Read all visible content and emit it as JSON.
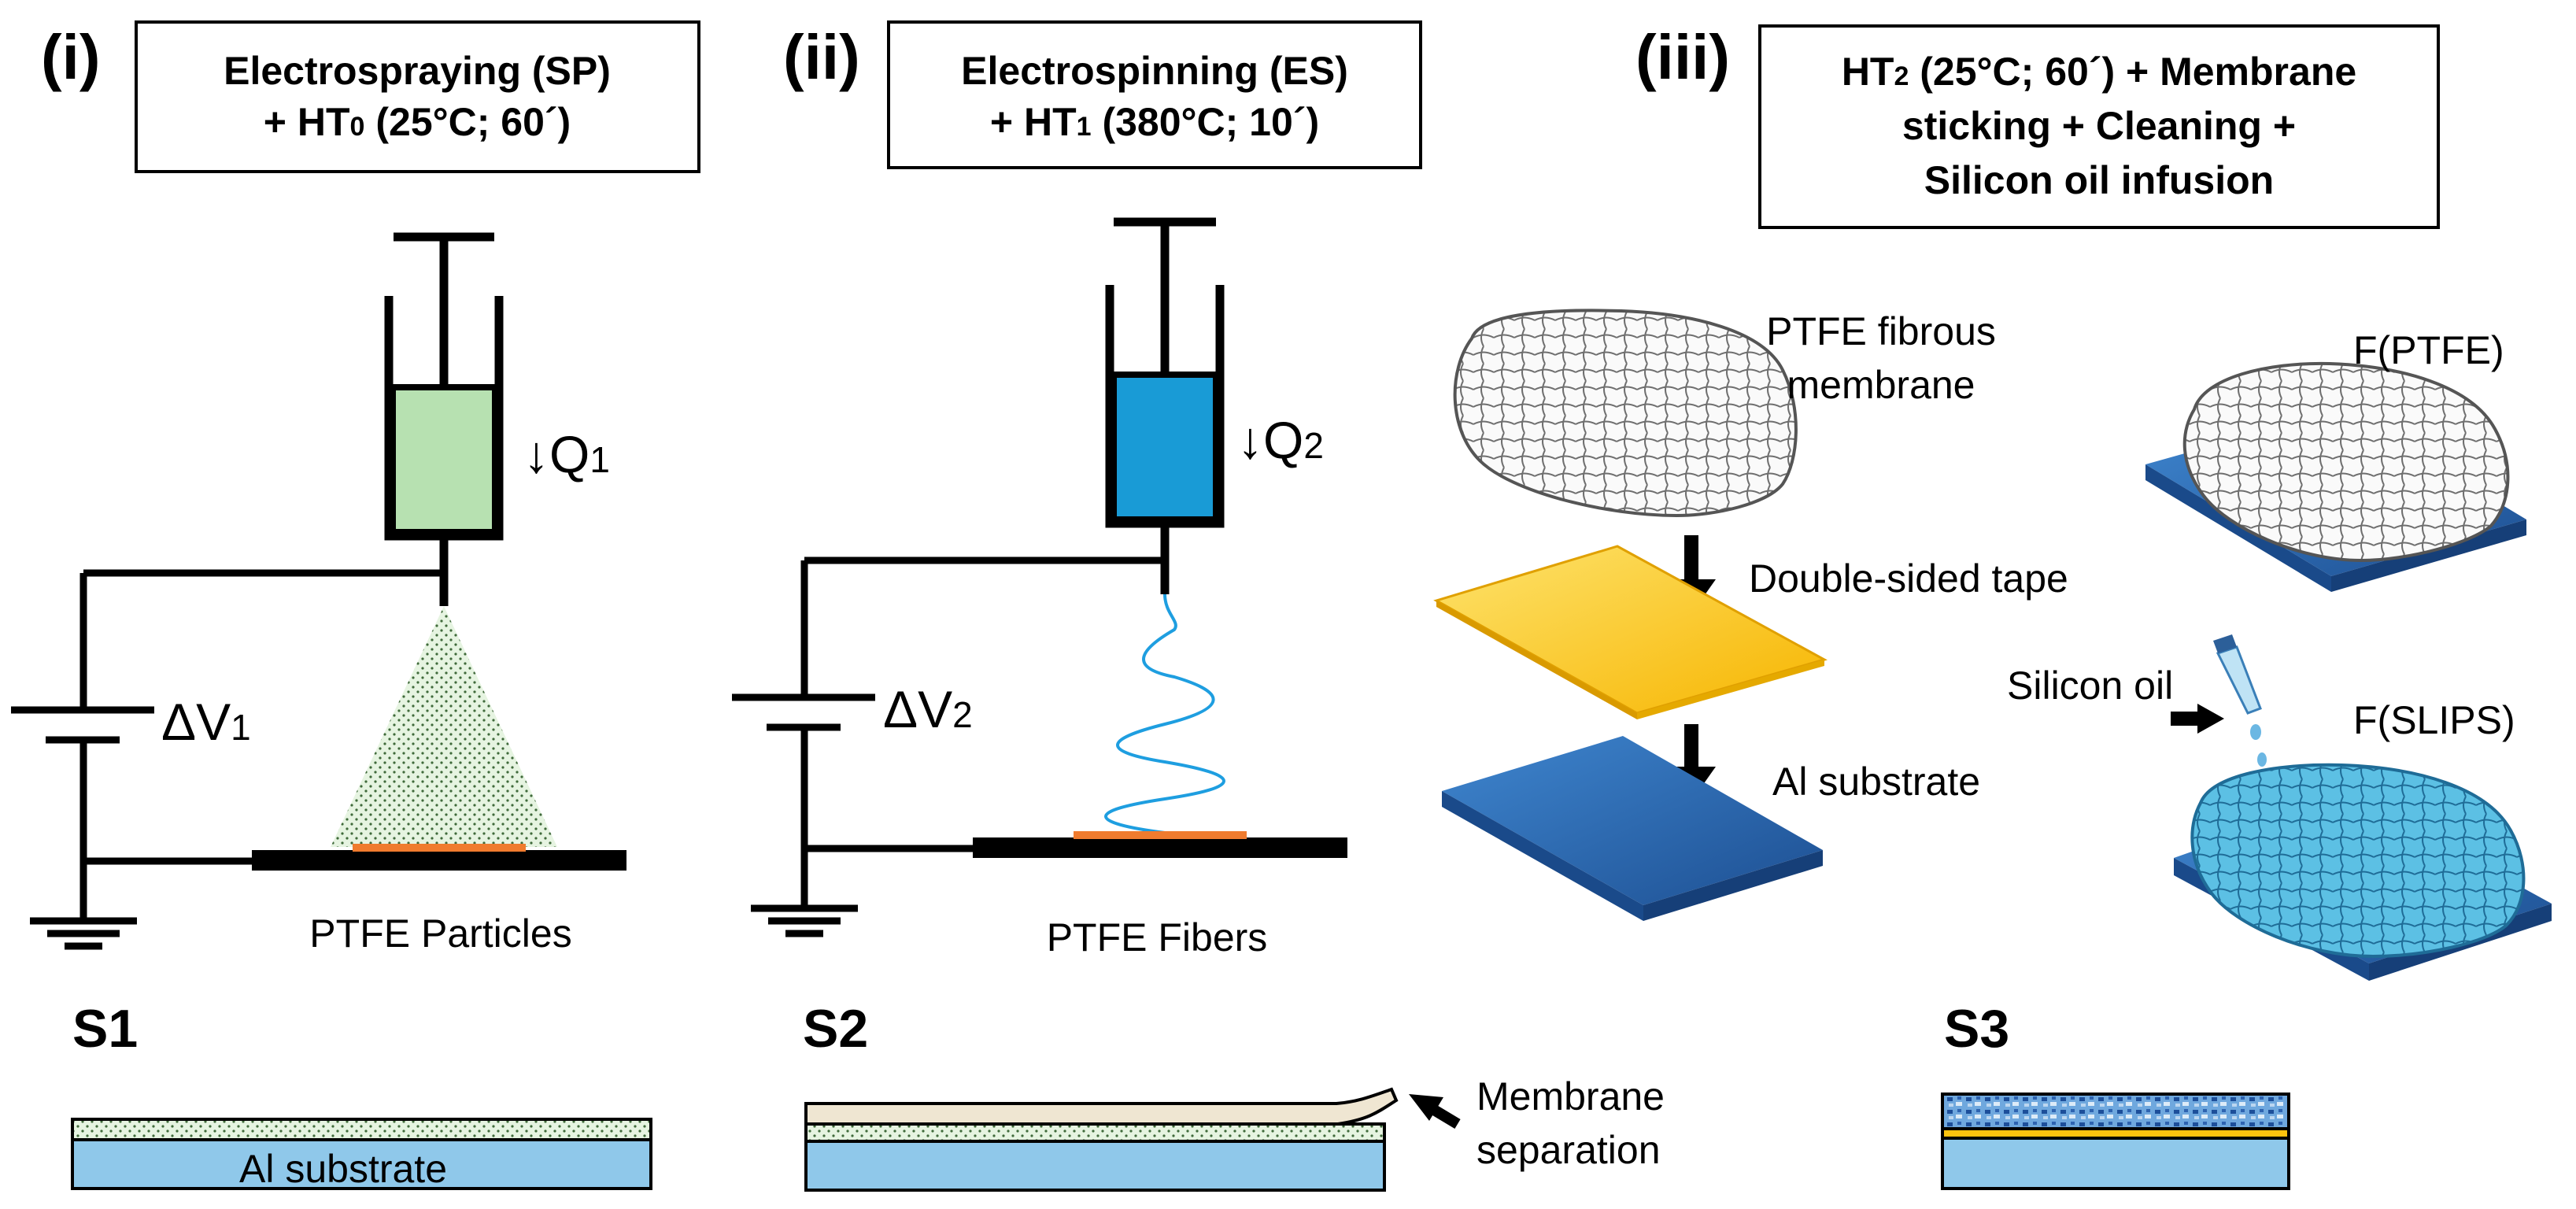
{
  "panels": {
    "p1": {
      "label": "(i)",
      "box_line1": "Electrospraying (SP)",
      "box_line2_a": "+ HT",
      "box_line2_sub": "0",
      "box_line2_b": " (25°C; 60´)",
      "flow_symbol": "↓Q",
      "flow_sub": "1",
      "voltage": "ΔV",
      "voltage_sub": "1",
      "product": "PTFE Particles",
      "sample": "S1",
      "substrate": "Al substrate"
    },
    "p2": {
      "label": "(ii)",
      "box_line1": "Electrospinning (ES)",
      "box_line2_a": "+ HT",
      "box_line2_sub": "1",
      "box_line2_b": " (380°C; 10´)",
      "flow_symbol": "↓Q",
      "flow_sub": "2",
      "voltage": "ΔV",
      "voltage_sub": "2",
      "product": "PTFE Fibers",
      "sample": "S2",
      "separation_line1": "Membrane",
      "separation_line2": "separation"
    },
    "p3": {
      "label": "(iii)",
      "box_line1_a": "HT",
      "box_line1_sub": "2",
      "box_line1_b": " (25°C; 60´) + Membrane",
      "box_line2": "sticking + Cleaning +",
      "box_line3": "Silicon oil infusion",
      "membrane_line1": "PTFE fibrous",
      "membrane_line2": "membrane",
      "tape": "Double-sided tape",
      "al_substrate": "Al substrate",
      "f_ptfe": "F(PTFE)",
      "silicon_oil": "Silicon oil",
      "f_slips": "F(SLIPS)",
      "sample": "S3"
    }
  },
  "colors": {
    "syringe1": "#b7e1b1",
    "syringe2": "#199bd6",
    "orange": "#f07b2e",
    "tape": "#fcc30e",
    "blue_plate": "#2f6fb5",
    "light_blue": "#8fc8ea",
    "beige": "#efe6d2"
  }
}
